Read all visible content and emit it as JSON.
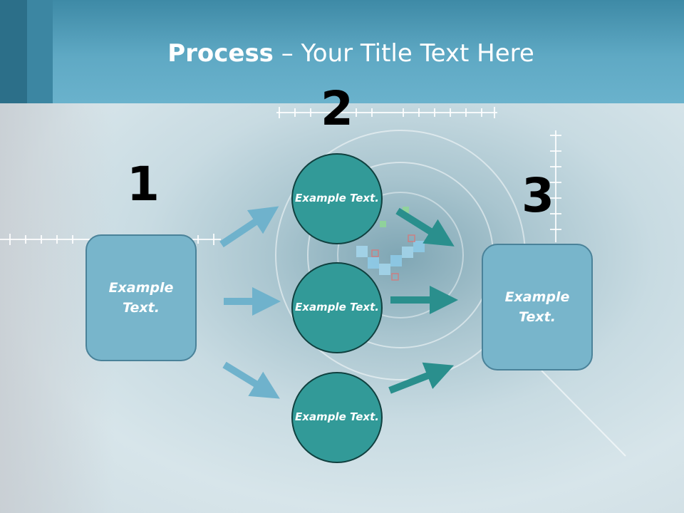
{
  "header": {
    "title_bold": "Process",
    "title_rest": " – Your Title Text Here"
  },
  "steps": [
    {
      "number": "1",
      "text": "Example Text."
    },
    {
      "number": "2",
      "items": [
        "Example Text.",
        "Example Text.",
        "Example Text."
      ]
    },
    {
      "number": "3",
      "text": "Example Text."
    }
  ],
  "colors": {
    "header": "#5fa9c4",
    "box": "#78b5cb",
    "circle": "#329a98",
    "arrow_light": "#6fb2cc",
    "arrow_dark": "#2a8f8d"
  }
}
